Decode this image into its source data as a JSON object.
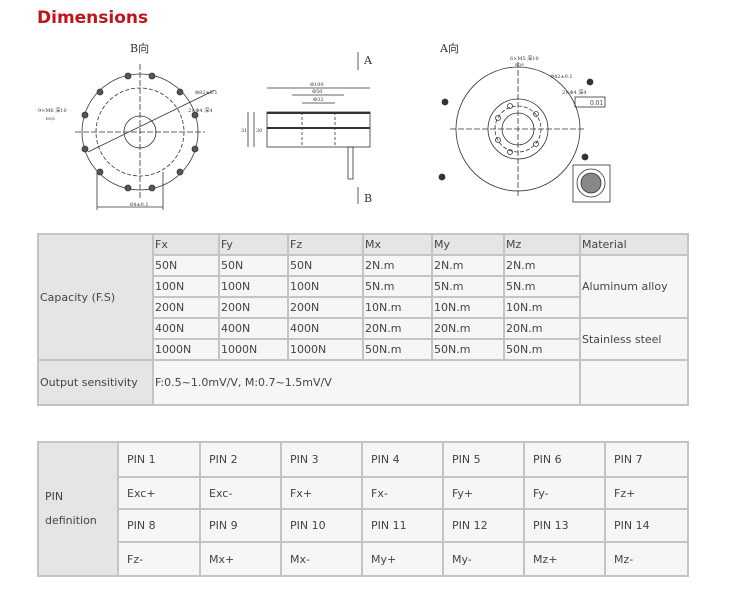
{
  "title": "Dimensions",
  "drawing": {
    "view_b": "B向",
    "view_a": "A向",
    "arrow_a": "A",
    "arrow_b": "B",
    "b_holes": "9×M6 深10",
    "b_eqs": "EQS",
    "b_pin": "2×Φ4 深4",
    "b_pcd": "Φ82±0.1",
    "b_width": "64±0.1",
    "d100": "Φ100",
    "d50": "Φ50",
    "d32": "Φ32",
    "h31": "31",
    "h30": "30",
    "a_holes": "6×M5 深10",
    "a_eqs": "EQS",
    "a_pcd": "Φ42±0.1",
    "a_pin": "2×Φ4 深4",
    "a_tol": "0.01"
  },
  "capacity_table": {
    "row_label": "Capacity (F.S)",
    "headers": [
      "Fx",
      "Fy",
      "Fz",
      "Mx",
      "My",
      "Mz",
      "Material"
    ],
    "rows": [
      [
        "50N",
        "50N",
        "50N",
        "2N.m",
        "2N.m",
        "2N.m"
      ],
      [
        "100N",
        "100N",
        "100N",
        "5N.m",
        "5N.m",
        "5N.m"
      ],
      [
        "200N",
        "200N",
        "200N",
        "10N.m",
        "10N.m",
        "10N.m"
      ],
      [
        "400N",
        "400N",
        "400N",
        "20N.m",
        "20N.m",
        "20N.m"
      ],
      [
        "1000N",
        "1000N",
        "1000N",
        "50N.m",
        "50N.m",
        "50N.m"
      ]
    ],
    "materials": [
      "Aluminum alloy",
      "Stainless steel"
    ],
    "sensitivity_label": "Output sensitivity",
    "sensitivity_value": "F:0.5~1.0mV/V, M:0.7~1.5mV/V"
  },
  "pin_table": {
    "label_line1": "PIN",
    "label_line2": "definition",
    "rows": [
      [
        "PIN 1",
        "PIN 2",
        "PIN 3",
        "PIN 4",
        "PIN 5",
        "PIN 6",
        "PIN 7"
      ],
      [
        "Exc+",
        "Exc-",
        "Fx+",
        "Fx-",
        "Fy+",
        "Fy-",
        "Fz+"
      ],
      [
        "PIN 8",
        "PIN 9",
        "PIN 10",
        "PIN 11",
        "PIN 12",
        "PIN 13",
        "PIN 14"
      ],
      [
        "Fz-",
        "Mx+",
        "Mx-",
        "My+",
        "My-",
        "Mz+",
        "Mz-"
      ]
    ]
  }
}
